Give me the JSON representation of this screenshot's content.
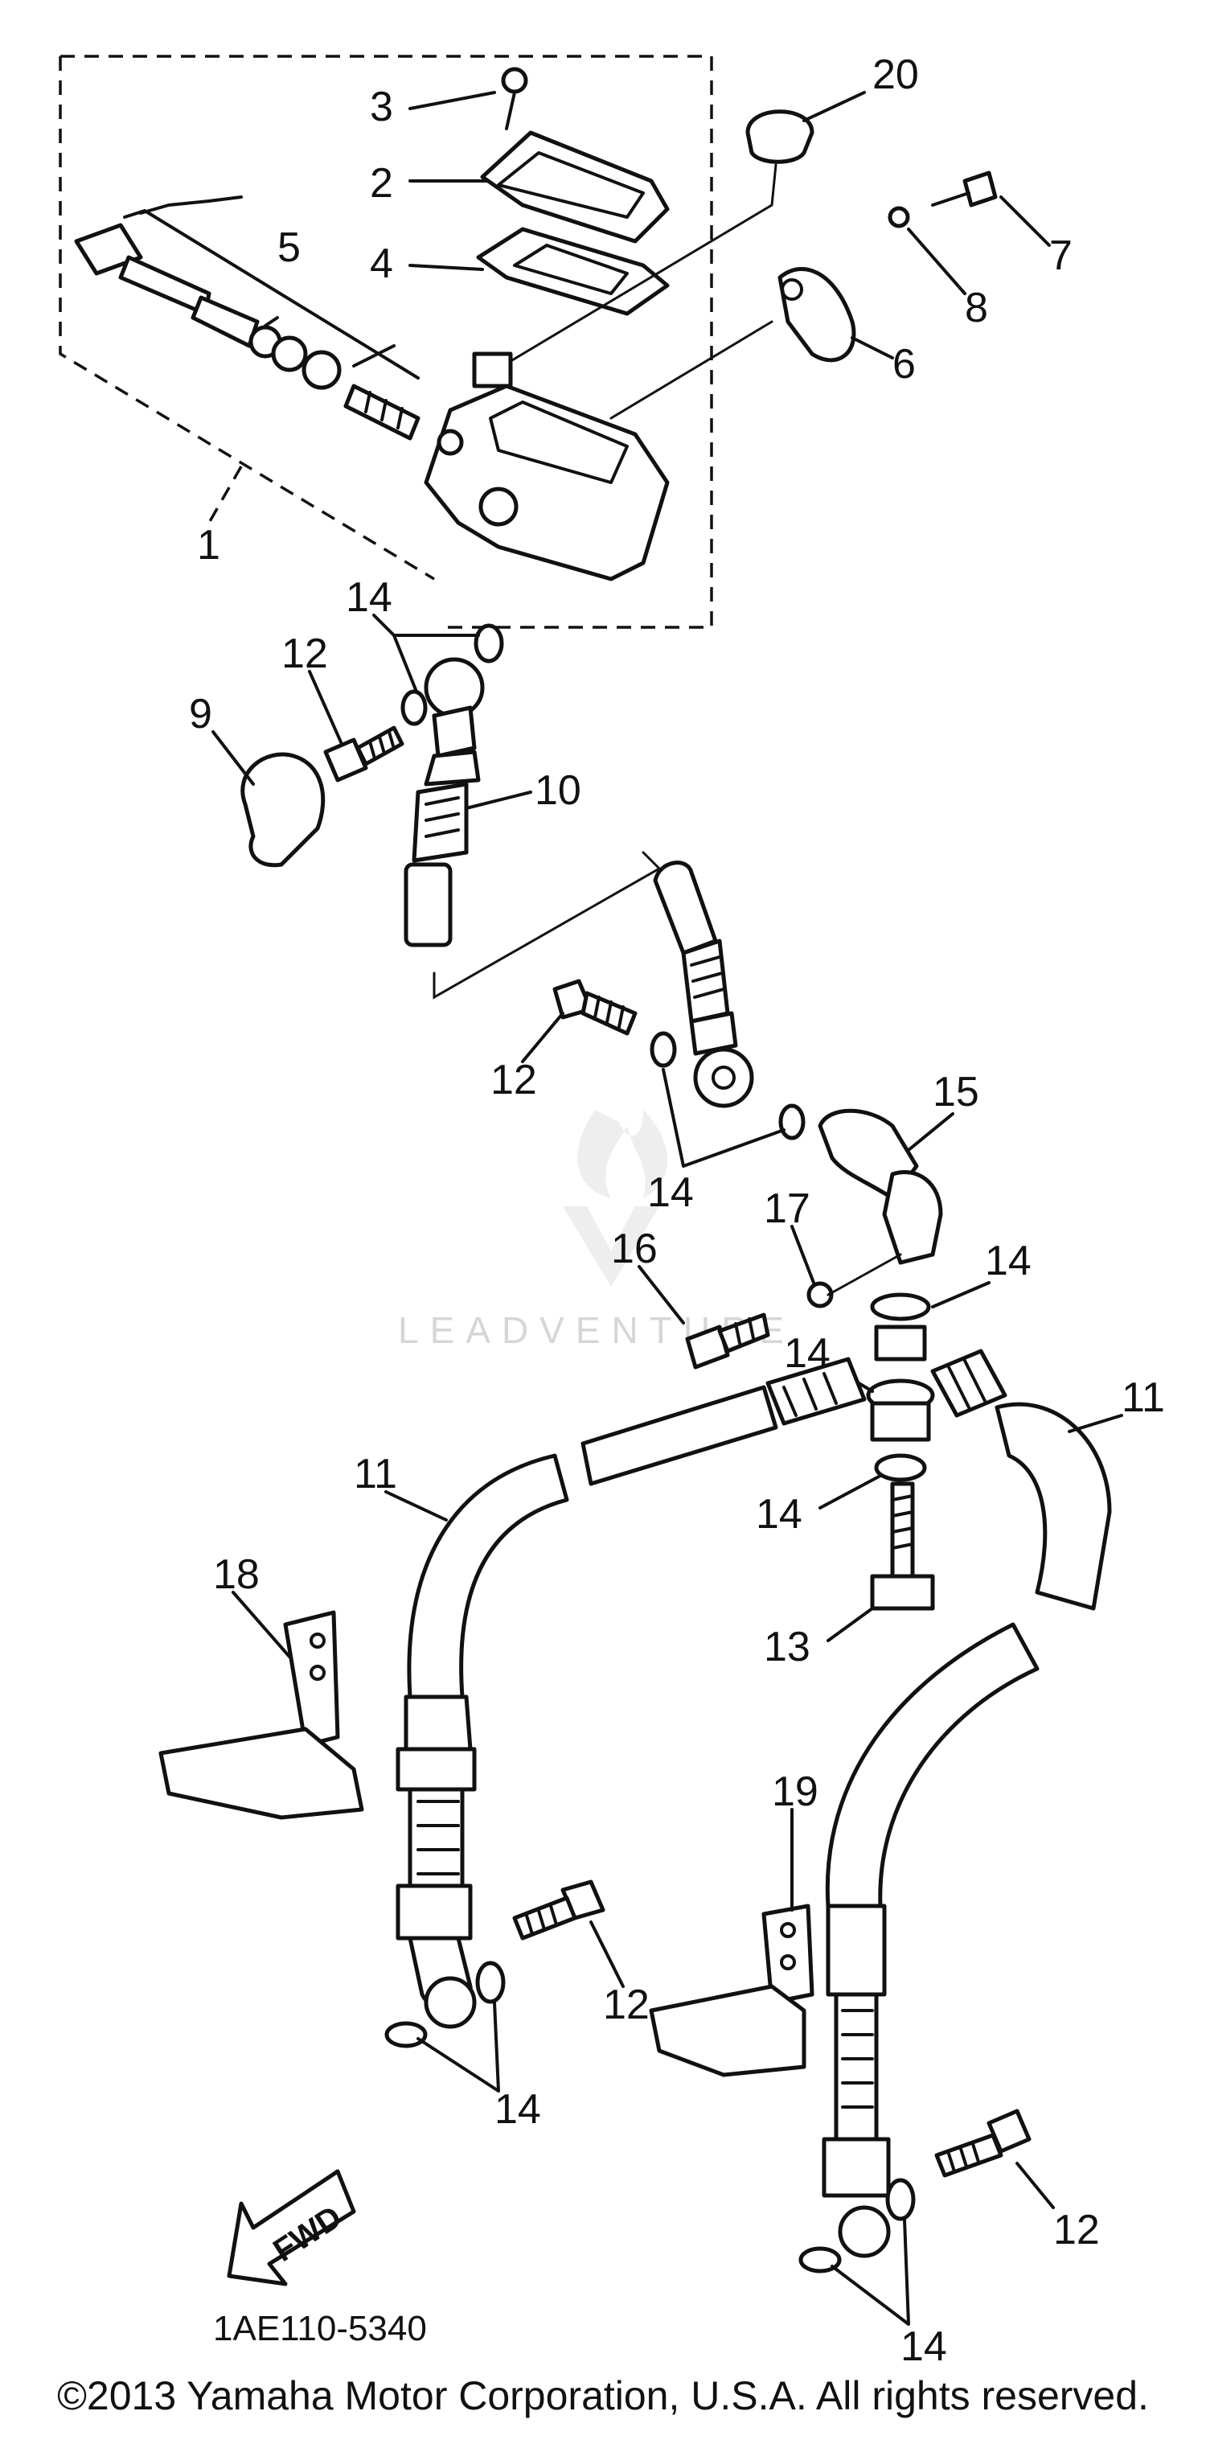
{
  "diagram": {
    "part_labels": {
      "p1": "1",
      "p2": "2",
      "p3": "3",
      "p4": "4",
      "p5": "5",
      "p6": "6",
      "p7": "7",
      "p8": "8",
      "p9": "9",
      "p10": "10",
      "p11a": "11",
      "p11b": "11",
      "p12a": "12",
      "p12b": "12",
      "p12c": "12",
      "p12d": "12",
      "p13": "13",
      "p14a": "14",
      "p14b": "14",
      "p14c": "14",
      "p14d": "14",
      "p14e": "14",
      "p14f": "14",
      "p14g": "14",
      "p15": "15",
      "p16": "16",
      "p17": "17",
      "p18": "18",
      "p19": "19",
      "p20": "20"
    },
    "diagram_code": "1AE110-5340",
    "fwd_label": "FWD",
    "watermark": "LEADVENTURE",
    "copyright": "©2013 Yamaha Motor Corporation, U.S.A. All rights reserved."
  }
}
